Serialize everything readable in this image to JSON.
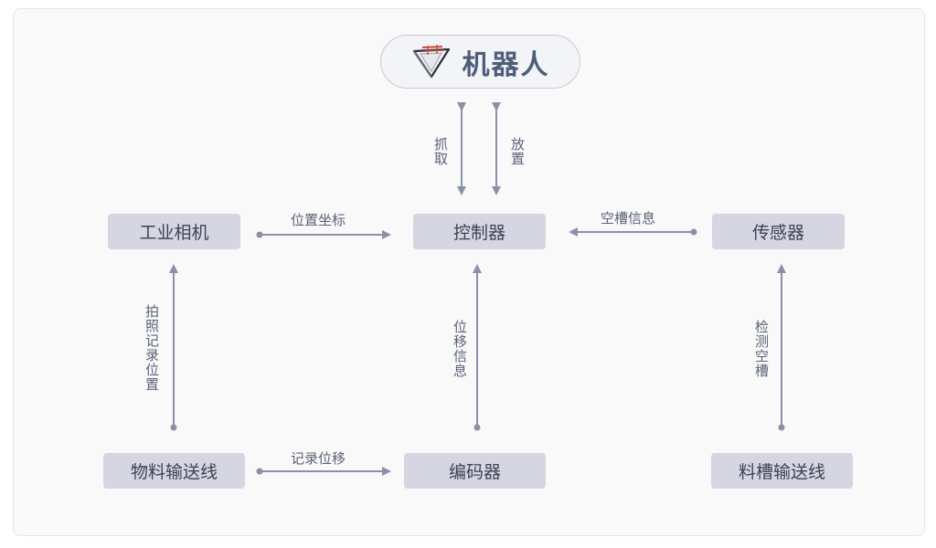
{
  "nodes": {
    "robot": "机器人",
    "camera": "工业相机",
    "controller": "控制器",
    "sensor": "传感器",
    "conveyor": "物料输送线",
    "encoder": "编码器",
    "trough_conveyor": "料槽输送线"
  },
  "edges": {
    "grab": "抓取",
    "place": "放置",
    "position_coords": "位置坐标",
    "empty_slot_info": "空槽信息",
    "photo_record_position": "拍照记录位置",
    "displacement_info": "位移信息",
    "detect_empty_slot": "检测空槽",
    "record_displacement": "记录位移"
  },
  "colors": {
    "node_fill": "#d5d6e2",
    "line": "#8a90a8",
    "title": "#4e5d7a"
  },
  "icons": {
    "robot": "robot-arm-icon"
  }
}
